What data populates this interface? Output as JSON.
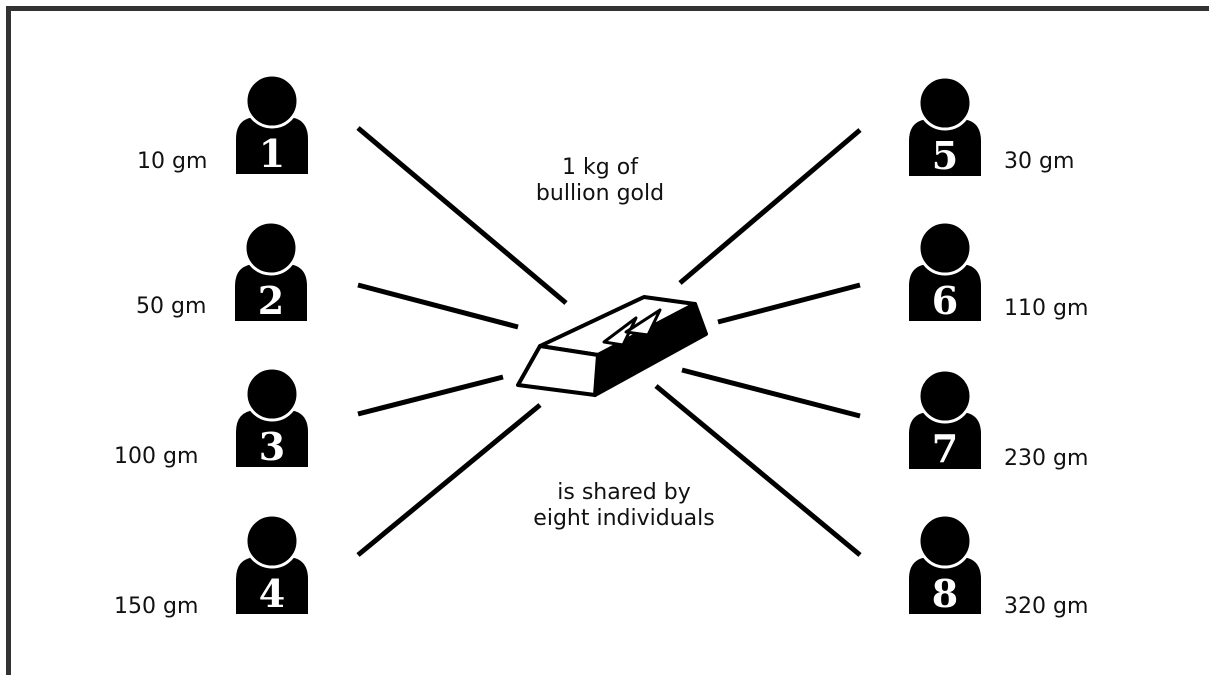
{
  "caption_top": {
    "line1": "1 kg of",
    "line2": "bullion gold"
  },
  "caption_bottom": {
    "line1": "is shared by",
    "line2": "eight individuals"
  },
  "people": [
    {
      "number": "1",
      "weight": "10 gm"
    },
    {
      "number": "2",
      "weight": "50 gm"
    },
    {
      "number": "3",
      "weight": "100 gm"
    },
    {
      "number": "4",
      "weight": "150 gm"
    },
    {
      "number": "5",
      "weight": "30 gm"
    },
    {
      "number": "6",
      "weight": "110 gm"
    },
    {
      "number": "7",
      "weight": "230 gm"
    },
    {
      "number": "8",
      "weight": "320 gm"
    }
  ],
  "colors": {
    "ink": "#000000",
    "paper": "#ffffff",
    "frame": "#333333"
  },
  "icons": {
    "person": "person-icon",
    "gold": "gold-bar-icon"
  }
}
